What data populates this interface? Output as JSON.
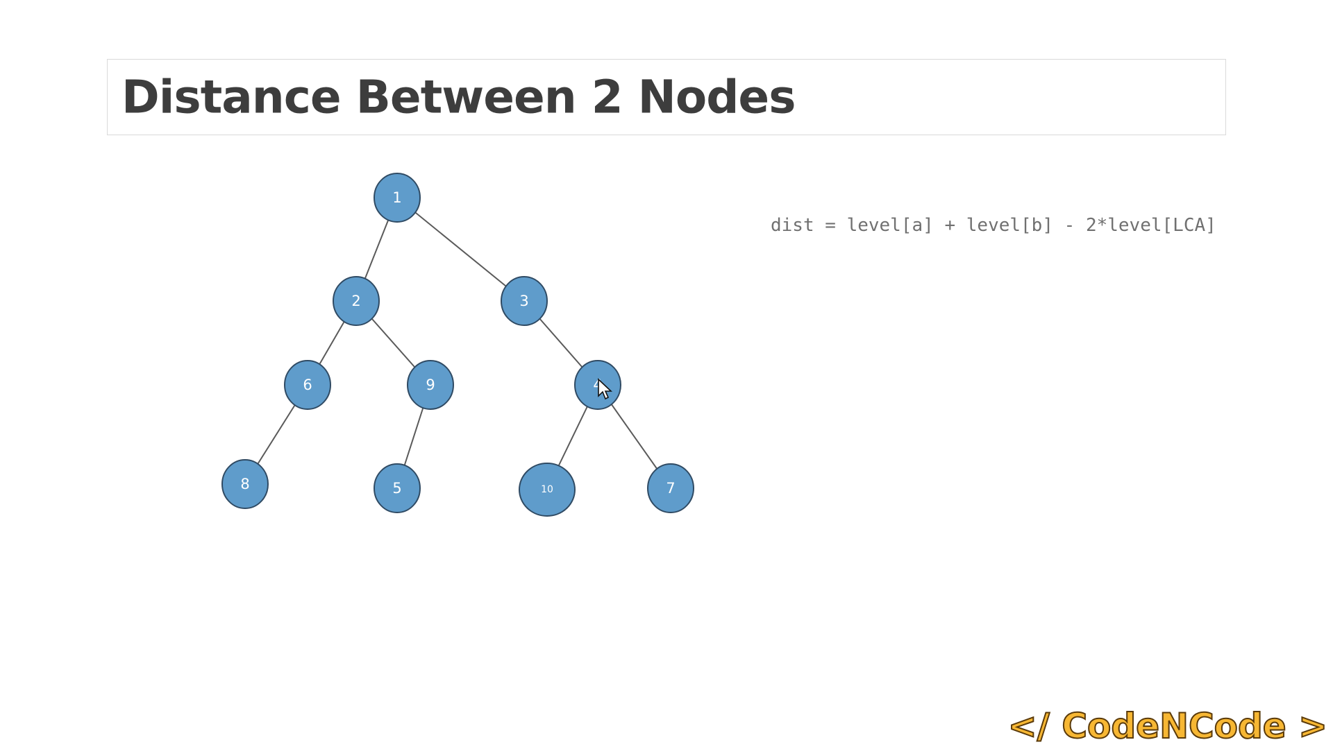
{
  "title": "Distance Between 2 Nodes",
  "formula": "dist = level[a] + level[b] - 2*level[LCA]",
  "watermark": "</ CodeNCode >",
  "tree": {
    "nodes": [
      {
        "id": "1",
        "label": "1"
      },
      {
        "id": "2",
        "label": "2"
      },
      {
        "id": "3",
        "label": "3"
      },
      {
        "id": "6",
        "label": "6"
      },
      {
        "id": "9",
        "label": "9"
      },
      {
        "id": "4",
        "label": "4"
      },
      {
        "id": "8",
        "label": "8"
      },
      {
        "id": "5",
        "label": "5"
      },
      {
        "id": "10",
        "label": "10"
      },
      {
        "id": "7",
        "label": "7"
      }
    ],
    "edges": [
      [
        "1",
        "2"
      ],
      [
        "1",
        "3"
      ],
      [
        "2",
        "6"
      ],
      [
        "2",
        "9"
      ],
      [
        "3",
        "4"
      ],
      [
        "6",
        "8"
      ],
      [
        "9",
        "5"
      ],
      [
        "4",
        "10"
      ],
      [
        "4",
        "7"
      ]
    ]
  },
  "colors": {
    "node_fill": "#5f9ccb",
    "node_stroke": "#2f4a63",
    "edge": "#5a5a5a",
    "title_text": "#3d3d3d",
    "formula_text": "#707070",
    "watermark": "#f7b733"
  },
  "icons": {
    "cursor": "mouse-pointer-icon"
  }
}
